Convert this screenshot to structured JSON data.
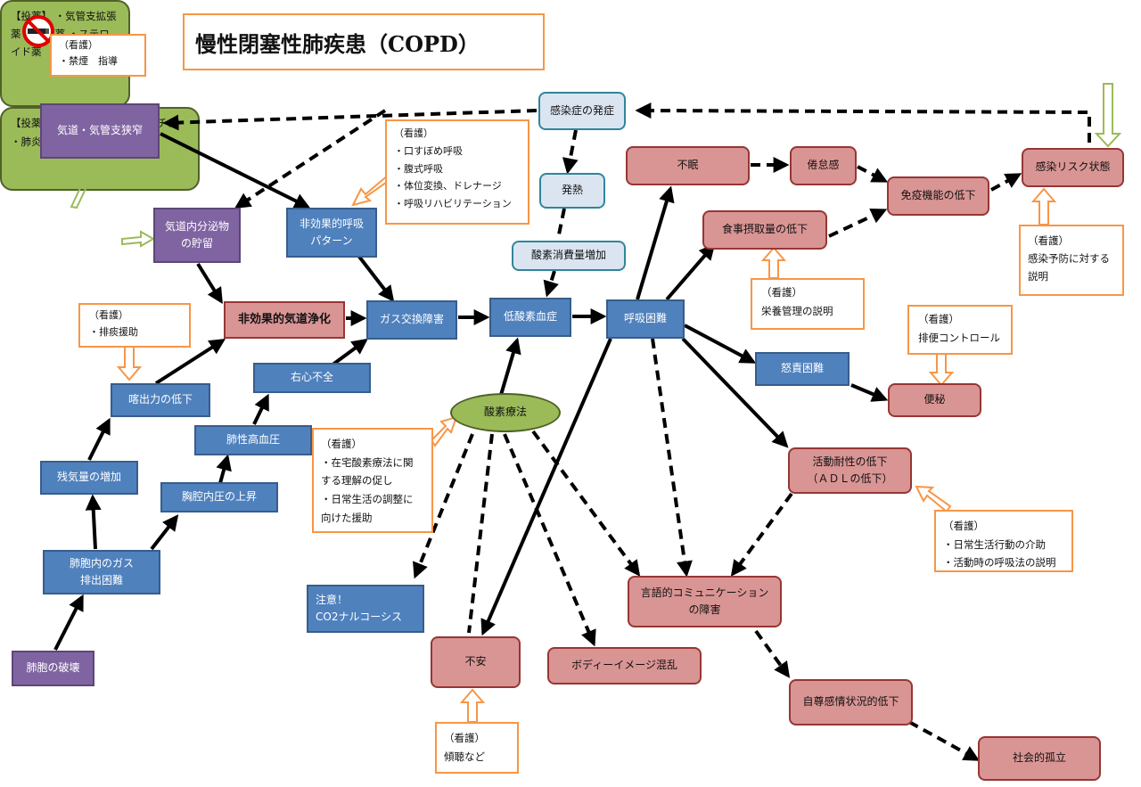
{
  "title": "慢性閉塞性肺疾患（COPD）",
  "icons": {
    "no_smoking": "no-smoking-icon"
  },
  "nodes": {
    "airway_narrowing": "気道・気管支狭窄",
    "secretion": "気道内分泌物\nの貯留",
    "ineffective_breathing": "非効果的呼吸\nパターン",
    "ineffective_clearance": "非効果的気道浄化",
    "gas_exchange": "ガス交換障害",
    "hypoxemia": "低酸素血症",
    "dyspnea": "呼吸困難",
    "infection_onset": "感染症の発症",
    "fever": "発熱",
    "oxygen_consumption": "酸素消費量増加",
    "insomnia": "不眠",
    "fatigue": "倦怠感",
    "immune_decline": "免疫機能の低下",
    "infection_risk": "感染リスク状態",
    "appetite_decline": "食事摂取量の低下",
    "effort_difficulty": "怒責困難",
    "constipation": "便秘",
    "activity_decline": "活動耐性の低下\n（ＡＤＬの低下）",
    "communication": "言語的コミュニケーション\nの障害",
    "self_esteem": "自尊感情状況的低下",
    "social_isolation": "社会的孤立",
    "anxiety": "不安",
    "body_image": "ボディーイメージ混乱",
    "oxygen_therapy": "酸素療法",
    "co2_narcosis": "注意！\nCO2ナルコーシス",
    "right_heart": "右心不全",
    "pulmonary_hypertension": "肺性高血圧",
    "thoracic_pressure": "胸腔内圧の上昇",
    "cough_decline": "喀出力の低下",
    "residual_increase": "残気量の増加",
    "gas_expulsion": "肺胞内のガス\n排出困難",
    "alveolar_destruction": "肺胞の破壊"
  },
  "notes": {
    "smoking": "（看護）\n・禁煙　指導",
    "breathing": "（看護）\n・口すぼめ呼吸\n・腹式呼吸\n・体位変換、ドレナージ\n・呼吸リハビリテーション",
    "drugs_airway": "【投薬】\n・気管支拡張薬\n・去痰薬\n・ステロイド薬",
    "drugs_vaccine": "【投薬】\n・インフルエンザワクチン\n・肺炎球菌ワクチン",
    "sputum": "（看護）\n・排痰援助",
    "nutrition": "（看護）\n栄養管理の説明",
    "infection_prevention": "（看護）\n感染予防に対する\n説明",
    "bowel": "（看護）\n排便コントロール",
    "home_oxygen": "（看護）\n・在宅酸素療法に関\nする理解の促し\n・日常生活の調整に\n向けた援助",
    "adl_support": "（看護）\n・日常生活行動の介助\n・活動時の呼吸法の説明",
    "listening": "（看護）\n傾聴など"
  }
}
